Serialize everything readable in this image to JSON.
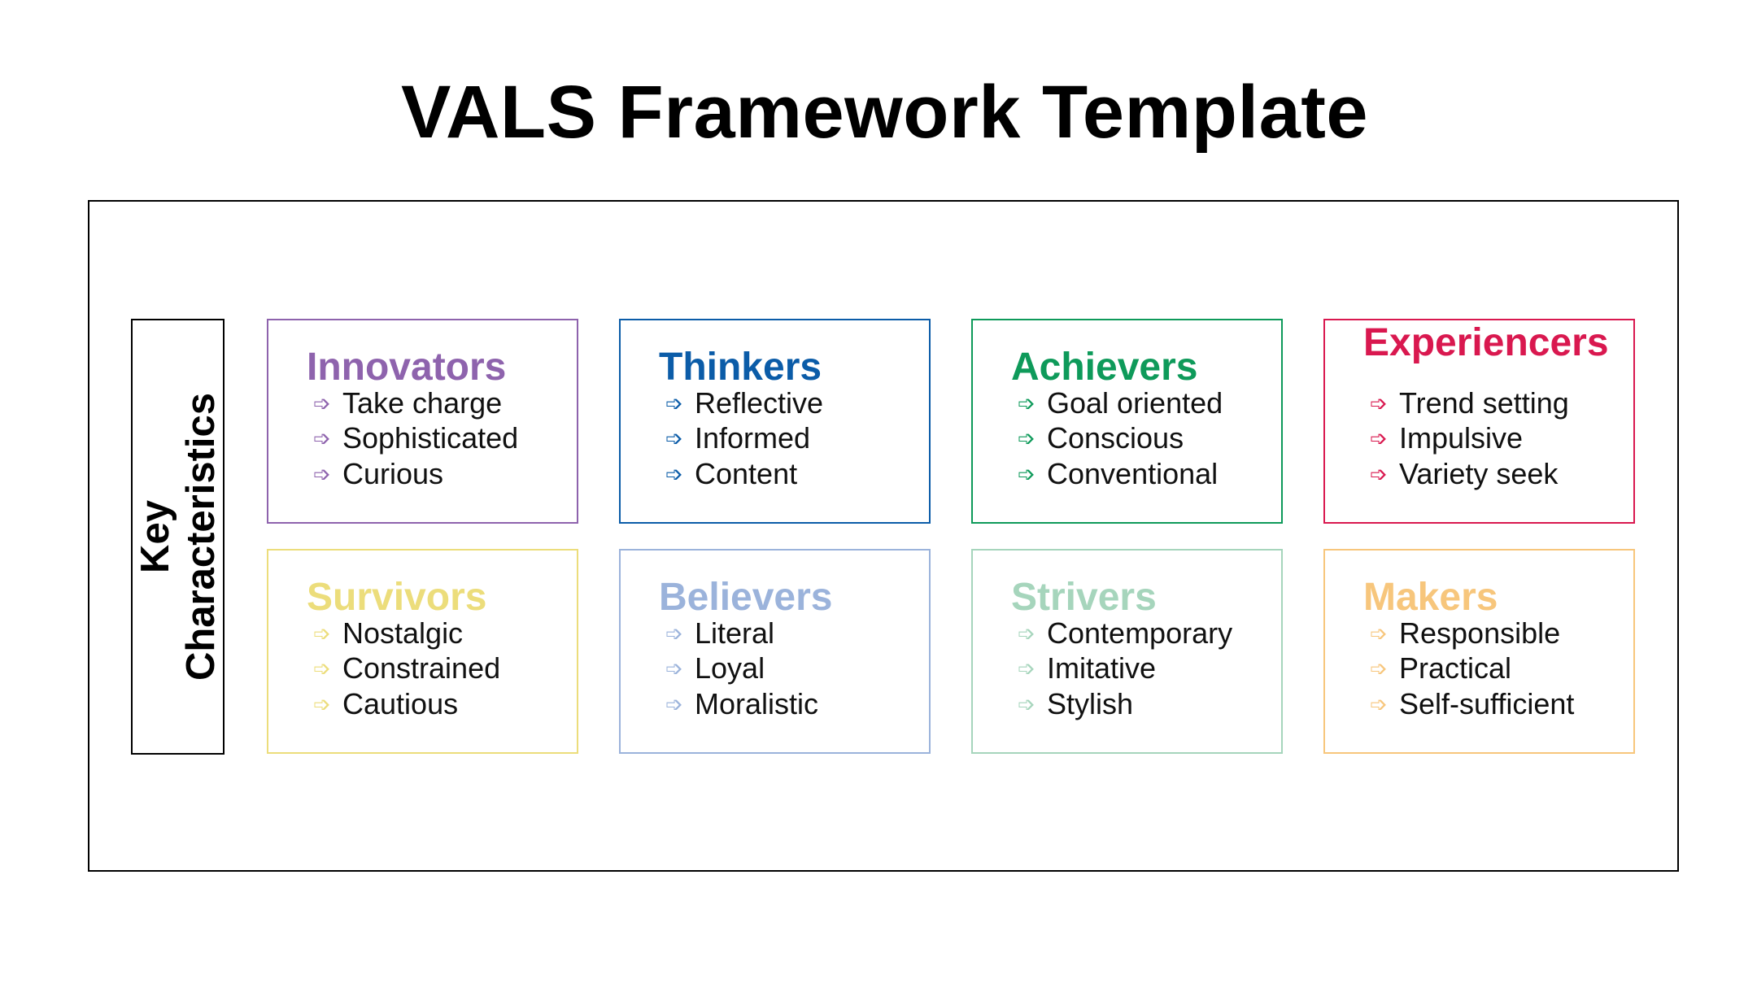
{
  "title": "VALS Framework Template",
  "key_label": {
    "line1": "Key",
    "line2": "Characteristics"
  },
  "cards": [
    {
      "id": "innovators",
      "title": "Innovators",
      "color": "#8E63AD",
      "items": [
        "Take charge",
        "Sophisticated",
        "Curious"
      ]
    },
    {
      "id": "thinkers",
      "title": "Thinkers",
      "color": "#0B5CA8",
      "items": [
        "Reflective",
        "Informed",
        "Content"
      ]
    },
    {
      "id": "achievers",
      "title": "Achievers",
      "color": "#0E9A5A",
      "items": [
        "Goal oriented",
        "Conscious",
        "Conventional"
      ]
    },
    {
      "id": "experiencers",
      "title": "Experiencers",
      "color": "#D9184F",
      "items": [
        "Trend setting",
        "Impulsive",
        "Variety seek"
      ]
    },
    {
      "id": "survivors",
      "title": "Survivors",
      "color": "#ECDD7B",
      "items": [
        "Nostalgic",
        "Constrained",
        "Cautious"
      ]
    },
    {
      "id": "believers",
      "title": "Believers",
      "color": "#9BB3DB",
      "items": [
        "Literal",
        "Loyal",
        "Moralistic"
      ]
    },
    {
      "id": "strivers",
      "title": "Strivers",
      "color": "#A6D5BC",
      "items": [
        "Contemporary",
        "Imitative",
        "Stylish"
      ]
    },
    {
      "id": "makers",
      "title": "Makers",
      "color": "#F7C67C",
      "items": [
        "Responsible",
        "Practical",
        "Self-sufficient"
      ]
    }
  ],
  "bullet_icon": "right-arrow-outline-icon"
}
